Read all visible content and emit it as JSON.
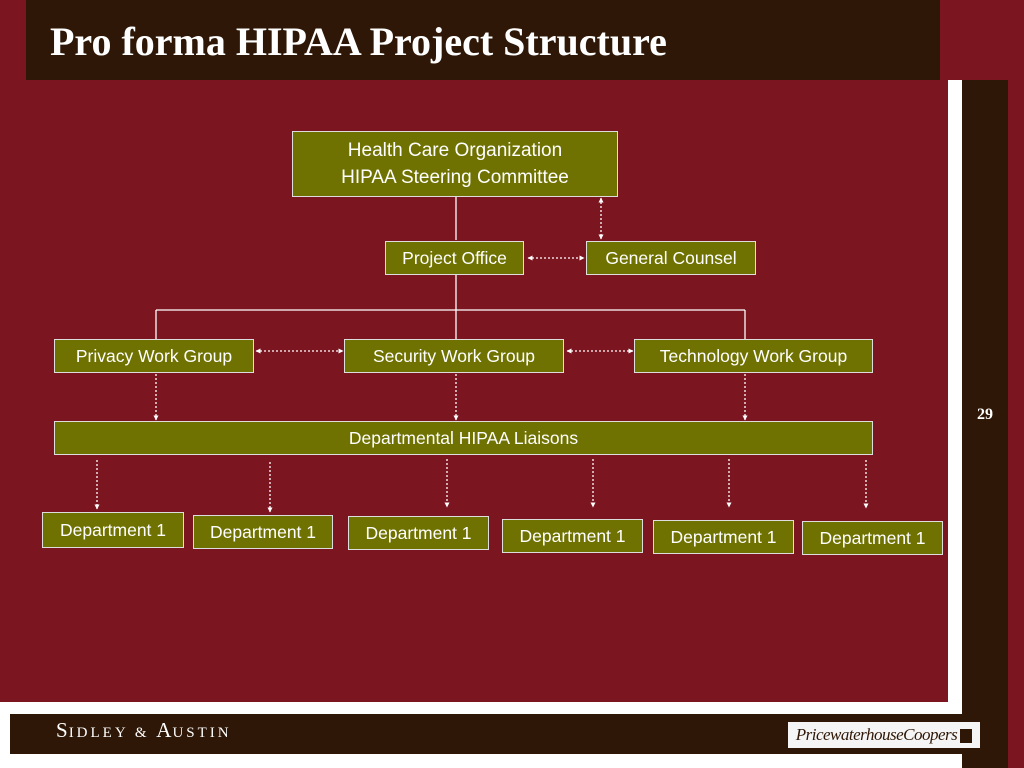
{
  "slide": {
    "title": "Pro forma HIPAA Project Structure",
    "page_number": "29"
  },
  "footer": {
    "left_initial_1": "S",
    "left_rest_1": "IDLEY",
    "left_amp": "&",
    "left_initial_2": "A",
    "left_rest_2": "USTIN",
    "right_logo": "PricewaterhouseCoopers"
  },
  "org": {
    "top": "Health Care Organization\nHIPAA Steering Committee",
    "project_office": "Project Office",
    "general_counsel": "General Counsel",
    "privacy": "Privacy Work Group",
    "security": "Security Work Group",
    "technology": "Technology Work Group",
    "liaisons": "Departmental HIPAA Liaisons",
    "departments": [
      "Department 1",
      "Department 1",
      "Department 1",
      "Department 1",
      "Department 1",
      "Department 1"
    ]
  },
  "colors": {
    "background": "#7b1520",
    "dark_bar": "#2e1706",
    "box_fill": "#6f7200",
    "text": "#ffffff"
  }
}
